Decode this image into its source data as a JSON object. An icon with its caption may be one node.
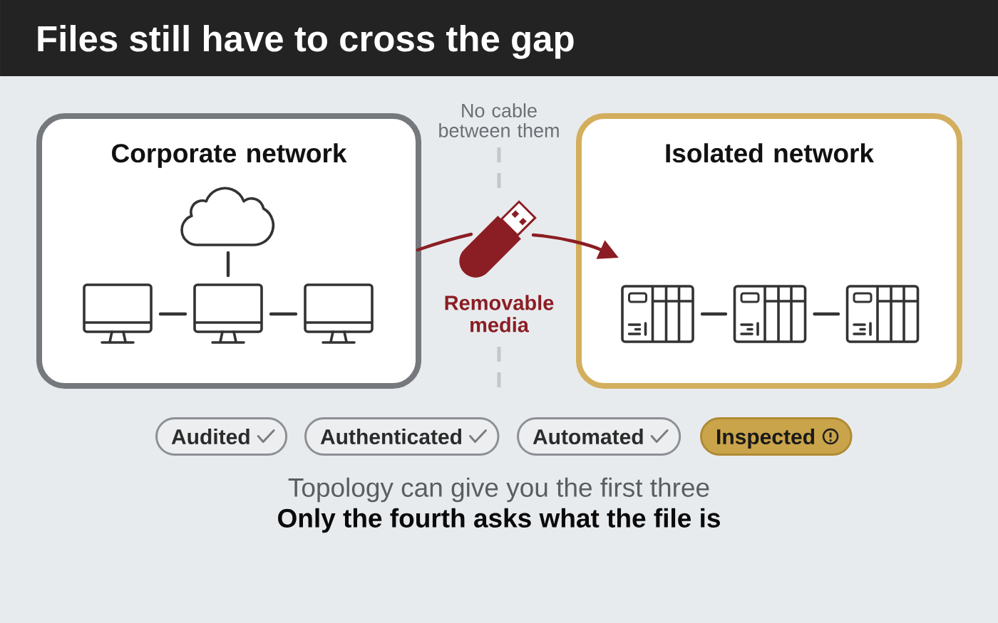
{
  "diagram": {
    "title": "Files still have to cross the gap",
    "nodes": [
      {
        "text": [
          "Corporate network"
        ]
      },
      {
        "text": [],
        "shape": "cloud",
        "in": 0
      },
      {
        "text": [],
        "shape": "monitor",
        "in": 0
      },
      {
        "text": [],
        "shape": "monitor",
        "in": 0
      },
      {
        "text": [],
        "shape": "monitor",
        "in": 0
      },
      {
        "text": [
          "Isolated network"
        ]
      },
      {
        "text": [],
        "shape": "server",
        "in": 5
      },
      {
        "text": [],
        "shape": "server",
        "in": 5
      },
      {
        "text": [],
        "shape": "server",
        "in": 5
      },
      {
        "text": [],
        "shape": "picture",
        "beside": [
          "Removable media"
        ]
      },
      {
        "text": [
          "Audited"
        ]
      },
      {
        "text": [
          "Authenticated"
        ]
      },
      {
        "text": [
          "Automated"
        ]
      },
      {
        "text": [
          "Inspected"
        ]
      }
    ],
    "edges": [
      {
        "from": 1,
        "to": 3,
        "arrow": "none"
      },
      {
        "from": 2,
        "to": 3,
        "arrow": "none"
      },
      {
        "from": 3,
        "to": 4,
        "arrow": "none"
      },
      {
        "from": 6,
        "to": 7,
        "arrow": "none"
      },
      {
        "from": 7,
        "to": 8,
        "arrow": "none"
      },
      {
        "from": 0,
        "to": 9,
        "arrow": "none",
        "color": "#8b1e24"
      },
      {
        "from": 9,
        "to": 5,
        "arrow": "to",
        "color": "#8b1e24"
      }
    ],
    "labels": [
      "No cable between them",
      "Topology can give you the first three",
      "Only the fourth asks what the file is"
    ]
  }
}
